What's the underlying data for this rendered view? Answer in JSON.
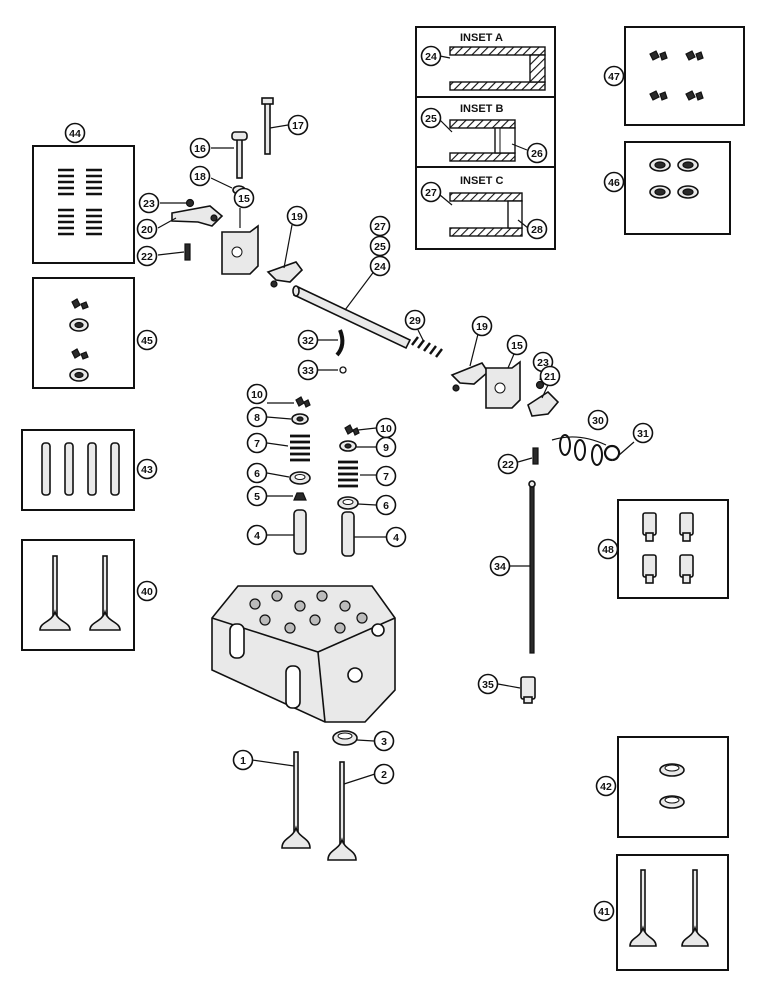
{
  "insets": {
    "a_title": "INSET A",
    "b_title": "INSET B",
    "c_title": "INSET C"
  },
  "callouts": {
    "c1": "1",
    "c2": "2",
    "c3": "3",
    "c4a": "4",
    "c4b": "4",
    "c5": "5",
    "c6a": "6",
    "c6b": "6",
    "c7a": "7",
    "c7b": "7",
    "c8": "8",
    "c9": "9",
    "c10a": "10",
    "c10b": "10",
    "c15a": "15",
    "c15b": "15",
    "c16": "16",
    "c17": "17",
    "c18": "18",
    "c19a": "19",
    "c19b": "19",
    "c20": "20",
    "c21": "21",
    "c22a": "22",
    "c22b": "22",
    "c23a": "23",
    "c23b": "23",
    "c24": "24",
    "c25": "25",
    "c27": "27",
    "c29": "29",
    "c30": "30",
    "c31": "31",
    "c32": "32",
    "c33": "33",
    "c34": "34",
    "c35": "35",
    "c40": "40",
    "c41": "41",
    "c42": "42",
    "c43": "43",
    "c44": "44",
    "c45": "45",
    "c46": "46",
    "c47": "47",
    "c48": "48",
    "ia24": "24",
    "ib25": "25",
    "ib26": "26",
    "ic27": "27",
    "ic28": "28"
  }
}
